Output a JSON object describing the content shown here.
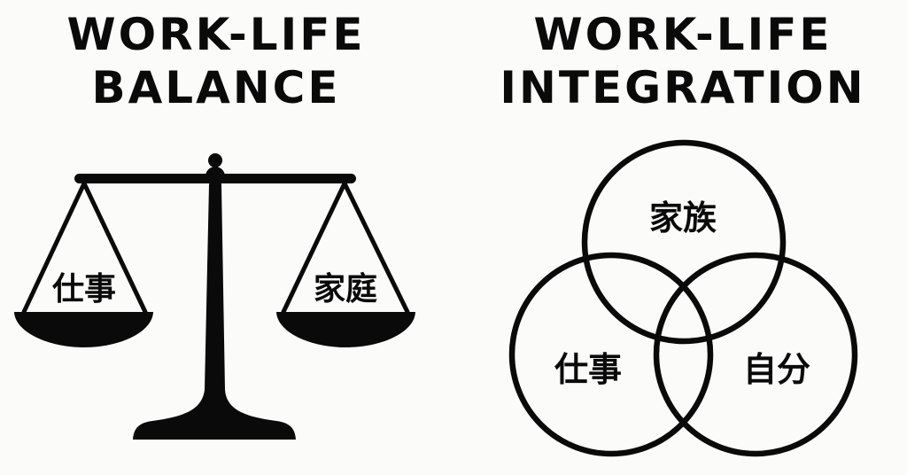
{
  "left_panel": {
    "title_line1": "WORK-LIFE",
    "title_line2": "BALANCE",
    "illustration": "balance-scale-icon",
    "left_pan_label": "仕事",
    "right_pan_label": "家庭"
  },
  "right_panel": {
    "title_line1": "WORK-LIFE",
    "title_line2": "INTEGRATION",
    "illustration": "venn-diagram-icon",
    "circles": [
      {
        "label": "家族",
        "position": "top"
      },
      {
        "label": "仕事",
        "position": "bottom-left"
      },
      {
        "label": "自分",
        "position": "bottom-right"
      }
    ]
  },
  "colors": {
    "background": "#fbfbf9",
    "ink": "#0a0a0a"
  }
}
